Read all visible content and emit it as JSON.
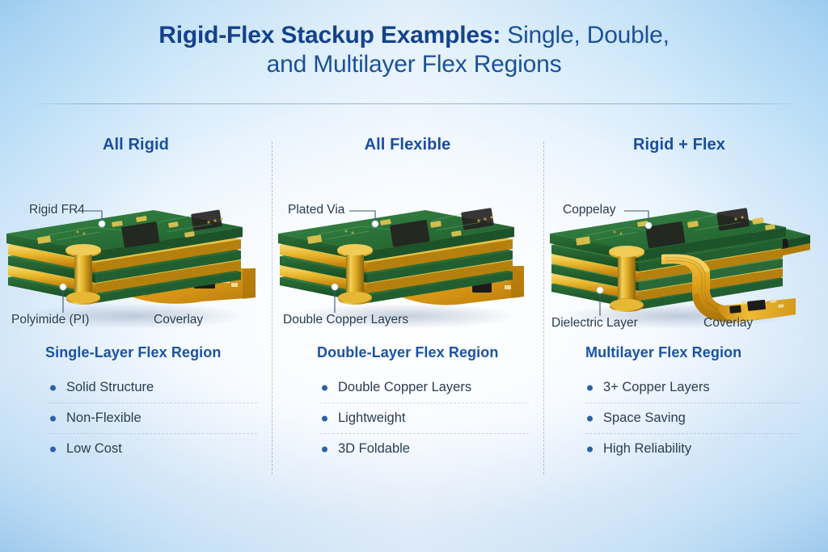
{
  "header": {
    "title_bold": "Rigid-Flex Stackup Examples:",
    "title_rest": " Single, Double,",
    "title_line2": "and Multilayer Flex Regions",
    "accent_color": "#1a4d9e",
    "label_color": "#253a50",
    "background_edge_color": "#8fb6e2",
    "background_center_color": "#eef4fc"
  },
  "panels": [
    {
      "id": "all-rigid",
      "title": "All Rigid",
      "callouts": [
        {
          "name": "rigid-fr4",
          "text": "Rigid FR4"
        },
        {
          "name": "polyimide",
          "text": "Polyimide (PI)"
        },
        {
          "name": "coverlay",
          "text": "Coverlay"
        }
      ],
      "section_title": "Single-Layer Flex Region",
      "bullets": [
        "Solid Structure",
        "Non-Flexible",
        "Low Cost"
      ]
    },
    {
      "id": "all-flexible",
      "title": "All Flexible",
      "callouts": [
        {
          "name": "plated-via",
          "text": "Plated Via"
        },
        {
          "name": "double-copper-layers",
          "text": "Double Copper Layers"
        }
      ],
      "section_title": "Double-Layer Flex Region",
      "bullets": [
        "Double Copper Layers",
        "Lightweight",
        "3D Foldable"
      ]
    },
    {
      "id": "rigid-plus-flex",
      "title": "Rigid + Flex",
      "callouts": [
        {
          "name": "coppelay",
          "text": "Coppelay"
        },
        {
          "name": "dielectric-layer",
          "text": "Dielectric Layer"
        },
        {
          "name": "coverlay",
          "text": "Coverlay"
        }
      ],
      "section_title": "Multilayer Flex Region",
      "bullets": [
        "3+ Copper Layers",
        "Space Saving",
        "High Reliability"
      ]
    }
  ],
  "illustration": {
    "pcb_green_top": "#2f7b3f",
    "pcb_green_dark": "#1d5b2c",
    "copper_gold": "#d9a317",
    "copper_gold_light": "#f2cc4e",
    "flex_amber": "#d9981a",
    "via_gold": "#e8b93a",
    "chip_black": "#23211f"
  }
}
